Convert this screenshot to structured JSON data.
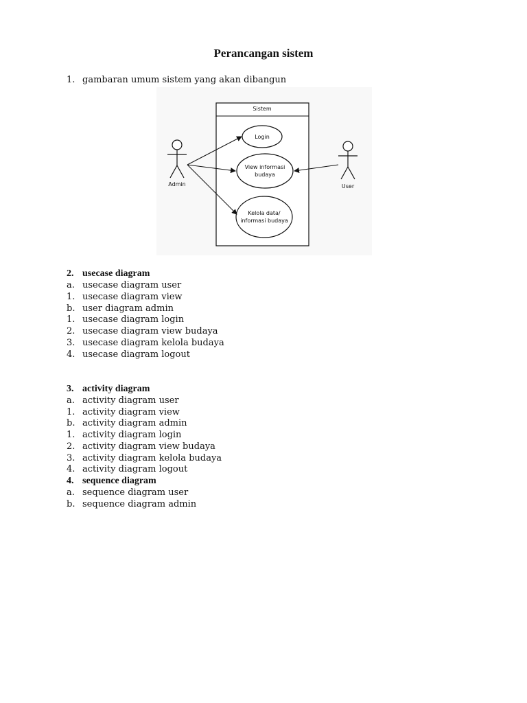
{
  "title": "Perancangan sistem",
  "section1": {
    "num": "1.",
    "text": "gambaran umum sistem yang akan dibangun"
  },
  "diagram": {
    "system_label": "Sistem",
    "usecases": [
      "Login",
      "View informasi",
      "budaya",
      "Kelola data/",
      "informasi budaya"
    ],
    "actor_admin": "Admin",
    "actor_user": "User"
  },
  "section2": {
    "heading_num": "2.",
    "heading": "usecase diagram",
    "items": [
      {
        "num": "a.",
        "text": "usecase diagram user"
      },
      {
        "num": "1.",
        "text": "usecase diagram view"
      },
      {
        "num": "b.",
        "text": "user diagram admin"
      },
      {
        "num": "1.",
        "text": "usecase diagram login"
      },
      {
        "num": "2.",
        "text": "usecase diagram view budaya"
      },
      {
        "num": "3.",
        "text": "usecase diagram kelola budaya"
      },
      {
        "num": "4.",
        "text": "usecase diagram logout"
      }
    ]
  },
  "section3": {
    "heading_num": "3.",
    "heading": "activity diagram",
    "items": [
      {
        "num": "a.",
        "text": "activity diagram user"
      },
      {
        "num": "1.",
        "text": "activity diagram view"
      },
      {
        "num": "b.",
        "text": "activity diagram admin"
      },
      {
        "num": "1.",
        "text": "activity diagram login"
      },
      {
        "num": "2.",
        "text": "activity diagram view budaya"
      },
      {
        "num": "3.",
        "text": "activity diagram kelola budaya"
      },
      {
        "num": "4.",
        "text": "activity diagram logout"
      }
    ]
  },
  "section4": {
    "heading_num": "4.",
    "heading": "sequence diagram",
    "items": [
      {
        "num": "a.",
        "text": "sequence diagram user"
      },
      {
        "num": "b.",
        "text": "sequence diagram admin"
      }
    ]
  }
}
